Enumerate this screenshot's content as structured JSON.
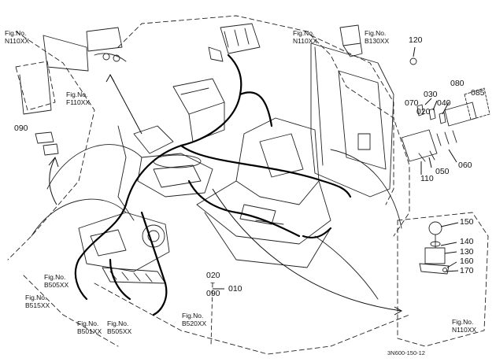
{
  "diagram": {
    "drawing_code": "3N600-150-12",
    "fig_prefix": "Fig.No.",
    "fig_refs": [
      {
        "id": "ref-n110-top-left",
        "code": "N110XX"
      },
      {
        "id": "ref-f110",
        "code": "F110XX"
      },
      {
        "id": "ref-n110-top-mid",
        "code": "N110XX"
      },
      {
        "id": "ref-b130",
        "code": "B130XX"
      },
      {
        "id": "ref-b505-left",
        "code": "B505XX"
      },
      {
        "id": "ref-b515",
        "code": "B515XX"
      },
      {
        "id": "ref-b501",
        "code": "B501XX"
      },
      {
        "id": "ref-b505-bottom",
        "code": "B505XX"
      },
      {
        "id": "ref-b520",
        "code": "B520XX"
      },
      {
        "id": "ref-n110-bottom-right",
        "code": "N110XX"
      }
    ],
    "part_numbers": {
      "p010": "010",
      "p020": "020",
      "p030": "030",
      "p040": "040",
      "p050": "050",
      "p060": "060",
      "p070": "070",
      "p080": "080",
      "p085": "085",
      "p090a": "090",
      "p090b": "090",
      "p110": "110",
      "p120": "120",
      "p130": "130",
      "p140": "140",
      "p150": "150",
      "p160": "160",
      "p170": "170",
      "range_sep": "~"
    }
  }
}
